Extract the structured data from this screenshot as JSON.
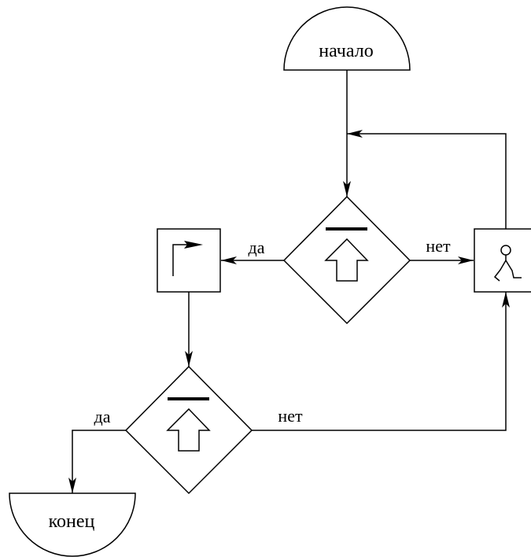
{
  "diagram": {
    "start_label": "начало",
    "end_label": "конец",
    "decision1": {
      "yes_label": "да",
      "no_label": "нет"
    },
    "decision2": {
      "yes_label": "да",
      "no_label": "нет"
    },
    "icons": {
      "decision_symbol": "up-arrow-under-bar-icon",
      "turn_right_action": "turn-right-arrow-icon",
      "walk_action": "walking-person-icon"
    },
    "colors": {
      "stroke": "#000000",
      "background": "#ffffff"
    }
  }
}
